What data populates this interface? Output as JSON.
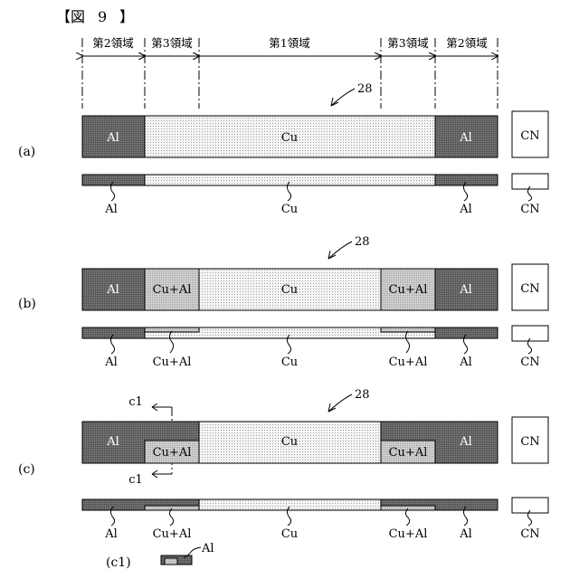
{
  "figure": {
    "title_open": "【図",
    "title_number": "9",
    "title_close": "】"
  },
  "regions": {
    "second_left": "第2領域",
    "third_left": "第3領域",
    "first": "第1領域",
    "third_right": "第3領域",
    "second_right": "第2領域"
  },
  "ref_number": "28",
  "connector_label": "CN",
  "materials": {
    "al": "Al",
    "cu": "Cu",
    "cu_al": "Cu+Al"
  },
  "rows": [
    {
      "caption": "(a)"
    },
    {
      "caption": "(b)"
    },
    {
      "caption": "(c)"
    }
  ],
  "section": {
    "marker": "c1",
    "caption": "(c1)"
  },
  "colors": {
    "al_fill": "#6f6f6f",
    "cu_fill": "#ececec",
    "cu_al_fill": "#c7c7c7",
    "line": "#000000"
  }
}
